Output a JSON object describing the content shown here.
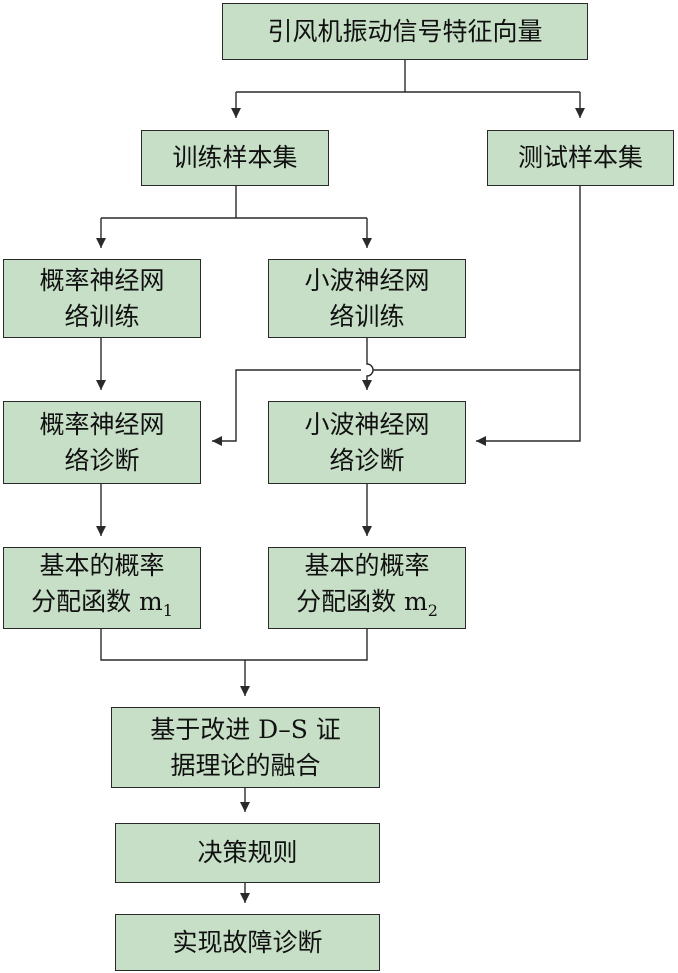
{
  "nodes": {
    "feature_vector": "引风机振动信号特征向量",
    "train_set": "训练样本集",
    "test_set": "测试样本集",
    "pnn_train": [
      "概率神经网",
      "络训练"
    ],
    "wnn_train": [
      "小波神经网",
      "络训练"
    ],
    "pnn_diag": [
      "概率神经网",
      "络诊断"
    ],
    "wnn_diag": [
      "小波神经网",
      "络诊断"
    ],
    "bpa1": {
      "line1": "基本的概率",
      "line2": "分配函数 m",
      "sub": "1"
    },
    "bpa2": {
      "line1": "基本的概率",
      "line2": "分配函数 m",
      "sub": "2"
    },
    "ds_fusion": [
      "基于改进 D–S 证",
      "据理论的融合"
    ],
    "decision_rule": "决策规则",
    "fault_diag": "实现故障诊断"
  },
  "colors": {
    "box_fill": "#c7dfc6",
    "box_border": "#2a2a2a",
    "line": "#2a2a2a"
  }
}
